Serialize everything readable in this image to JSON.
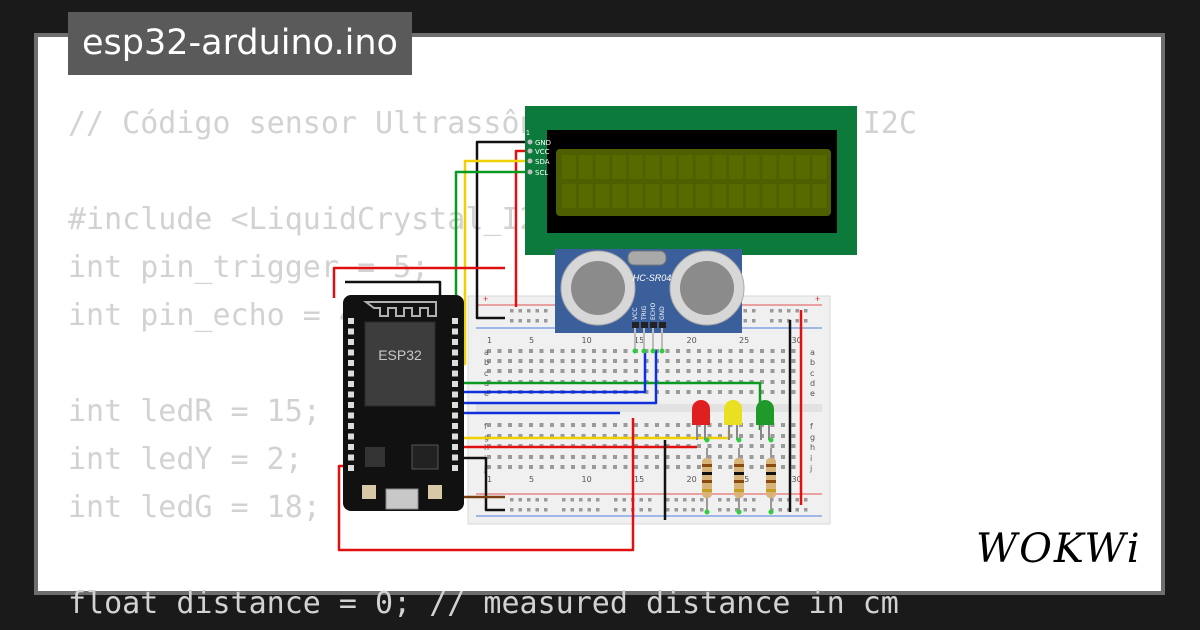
{
  "file_tab": {
    "title": "esp32-arduino.ino"
  },
  "code": {
    "lines": [
      "// Código sensor Ultrassônico HC-SR04 + LCD I2C",
      "",
      "#include <LiquidCrystal_I2C.h>",
      "int pin_trigger = 5;",
      "int pin_echo = 4;",
      "",
      "int ledR = 15;",
      "int ledY = 2;",
      "int ledG = 18;",
      "",
      "float distance = 0; // measured distance in cm"
    ]
  },
  "circuit": {
    "lcd": {
      "pins": [
        "GND",
        "VCC",
        "SDA",
        "SCL"
      ],
      "pin1": "1",
      "board_color": "#0b7a3b",
      "screen_color": "#4d5f00"
    },
    "sensor": {
      "label": "HC-SR04",
      "pins": [
        "VCC",
        "TRIG",
        "ECHO",
        "GND"
      ],
      "color": "#3a5f9a"
    },
    "mcu": {
      "label": "ESP32"
    },
    "breadboard": {
      "top_numbers": [
        "1",
        "5",
        "10",
        "15",
        "20",
        "25",
        "30"
      ],
      "bottom_numbers": [
        "1",
        "5",
        "10",
        "15",
        "20",
        "25",
        "30"
      ],
      "left_rows": [
        "a",
        "b",
        "c",
        "d",
        "e",
        "f",
        "g",
        "h",
        "i",
        "j"
      ],
      "right_rows": [
        "a",
        "b",
        "c",
        "d",
        "e",
        "f",
        "g",
        "h",
        "i",
        "j"
      ]
    },
    "leds": [
      {
        "color": "#e02020"
      },
      {
        "color": "#e8e020"
      },
      {
        "color": "#1f9a2a"
      }
    ]
  },
  "brand": {
    "logo": "WOKWi"
  }
}
